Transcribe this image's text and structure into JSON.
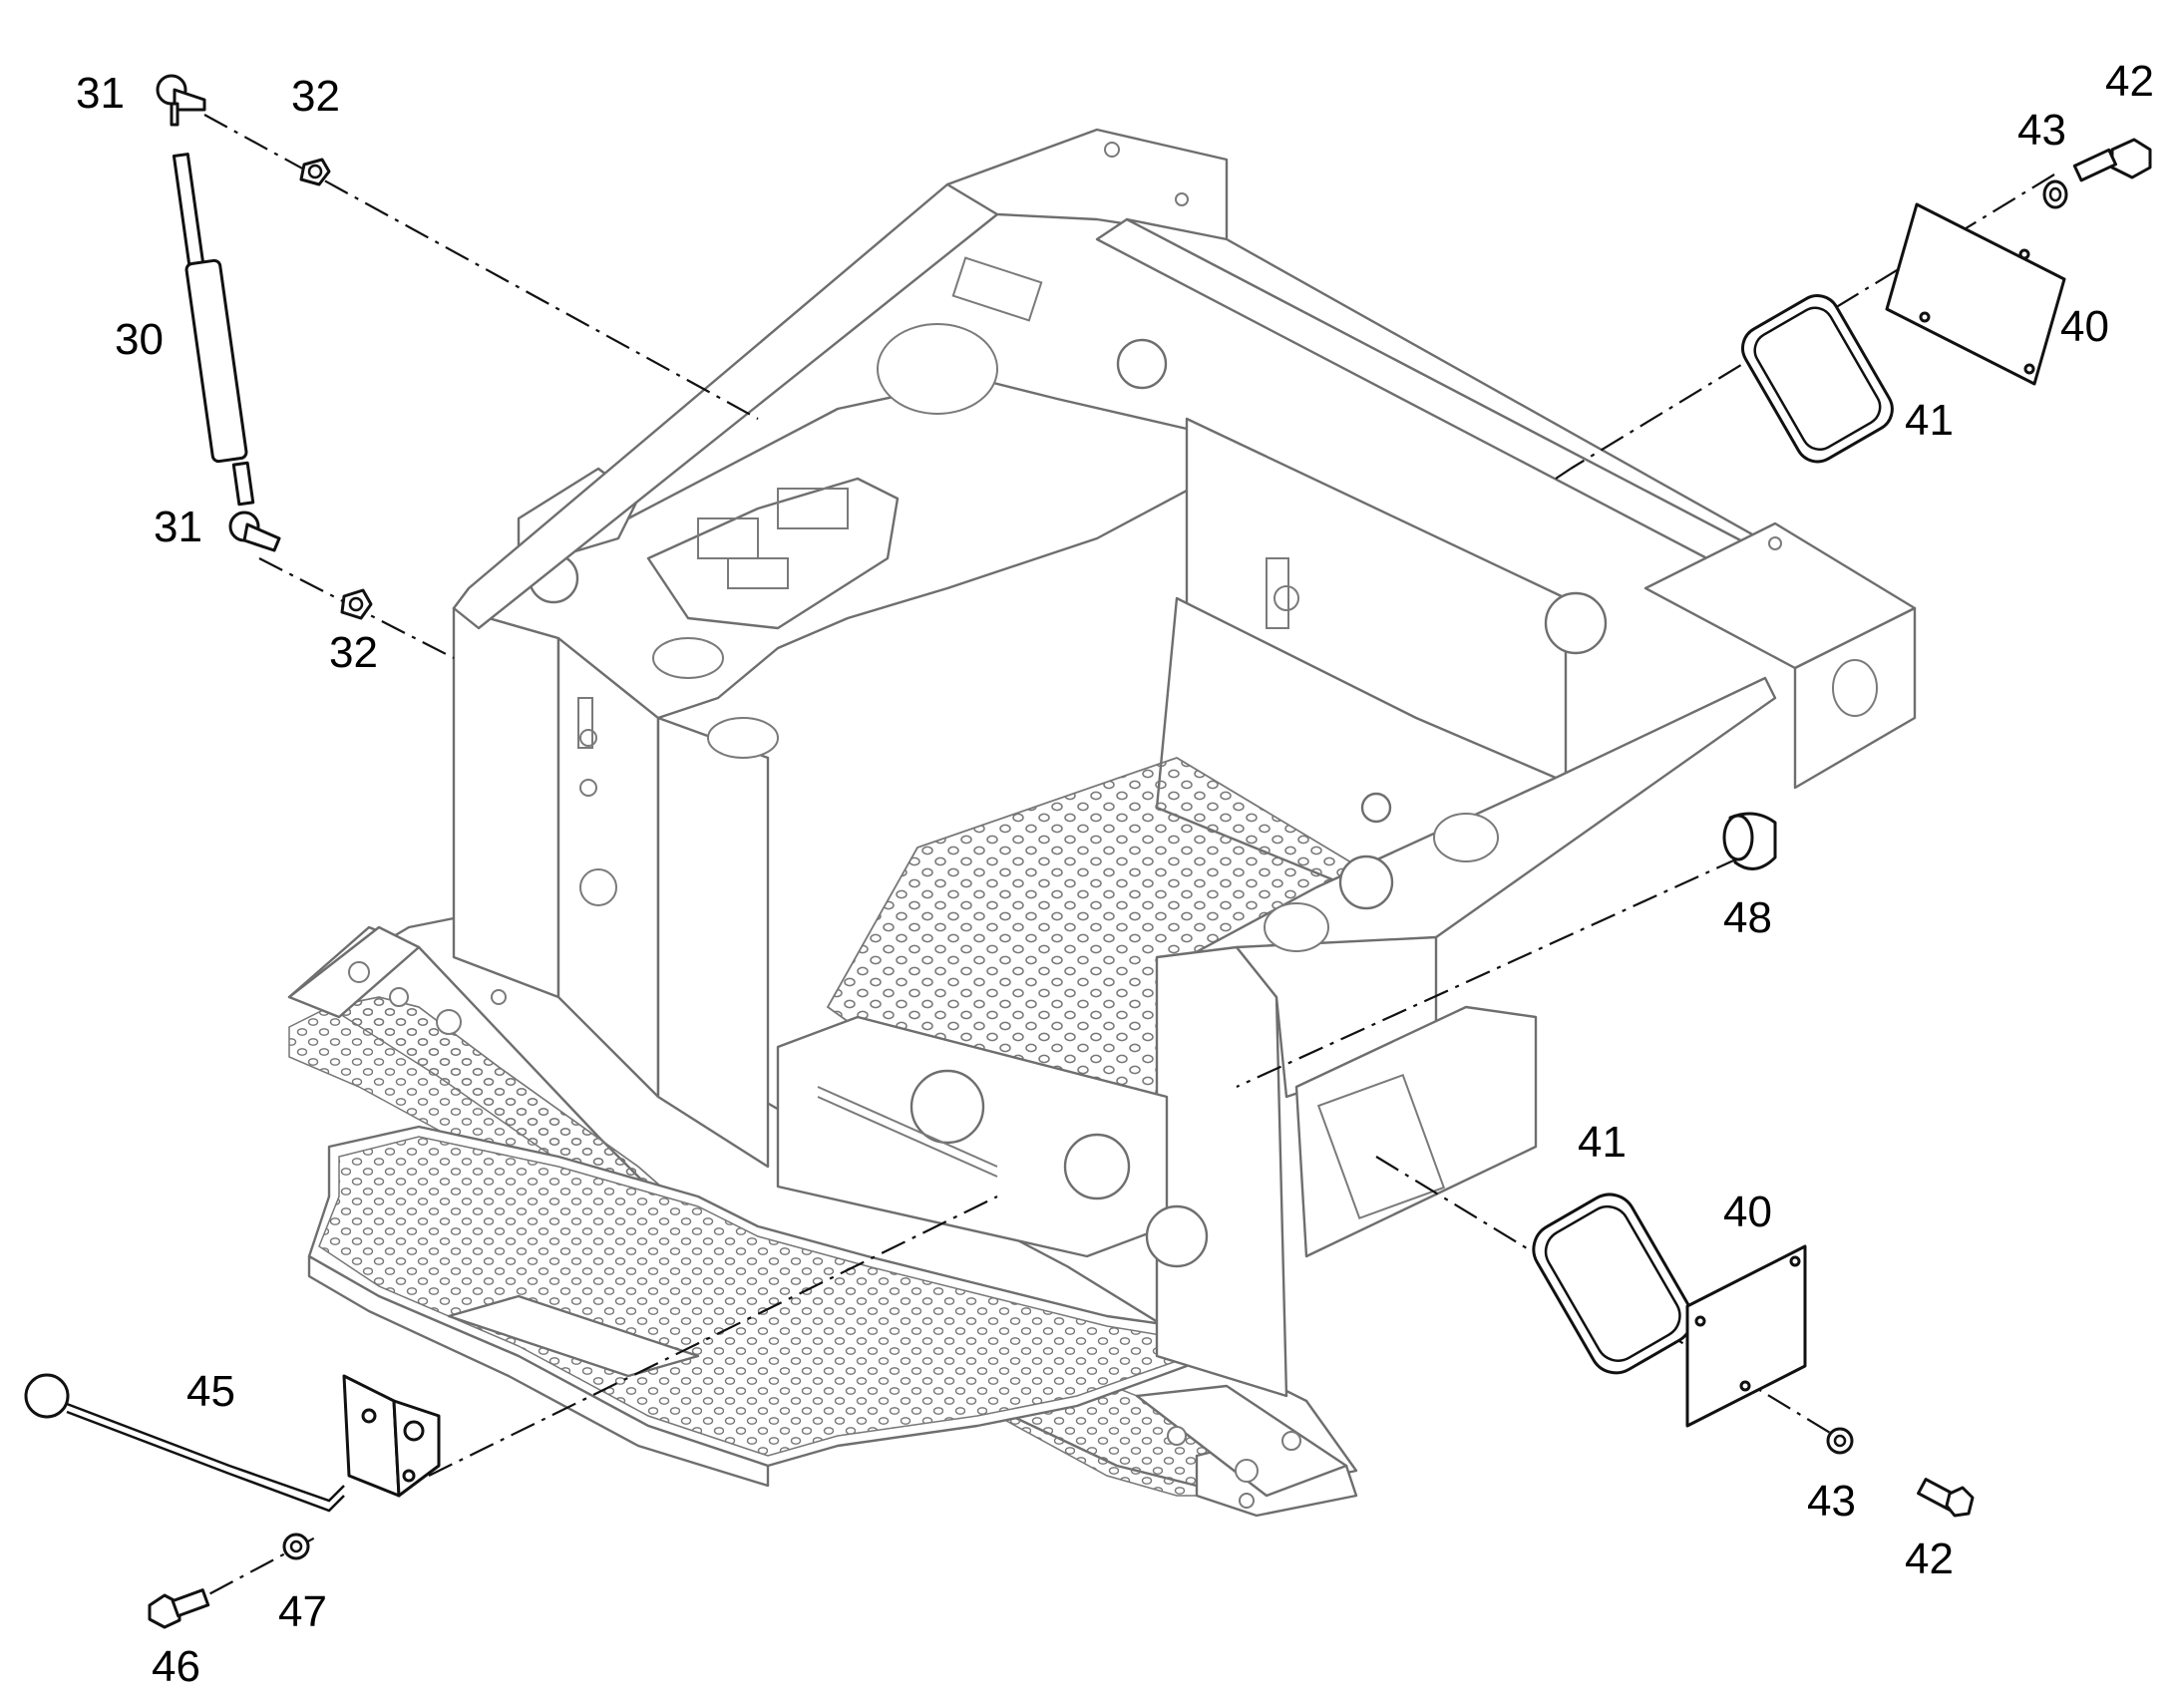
{
  "callouts": [
    {
      "id": "c31a",
      "text": "31"
    },
    {
      "id": "c32a",
      "text": "32"
    },
    {
      "id": "c30",
      "text": "30"
    },
    {
      "id": "c31b",
      "text": "31"
    },
    {
      "id": "c32b",
      "text": "32"
    },
    {
      "id": "c42a",
      "text": "42"
    },
    {
      "id": "c43a",
      "text": "43"
    },
    {
      "id": "c40a",
      "text": "40"
    },
    {
      "id": "c41a",
      "text": "41"
    },
    {
      "id": "c48",
      "text": "48"
    },
    {
      "id": "c41b",
      "text": "41"
    },
    {
      "id": "c40b",
      "text": "40"
    },
    {
      "id": "c43b",
      "text": "43"
    },
    {
      "id": "c42b",
      "text": "42"
    },
    {
      "id": "c45",
      "text": "45"
    },
    {
      "id": "c47",
      "text": "47"
    },
    {
      "id": "c46",
      "text": "46"
    }
  ],
  "colors": {
    "frame": "#6e6e6e",
    "part": "#111111",
    "background": "#ffffff"
  }
}
